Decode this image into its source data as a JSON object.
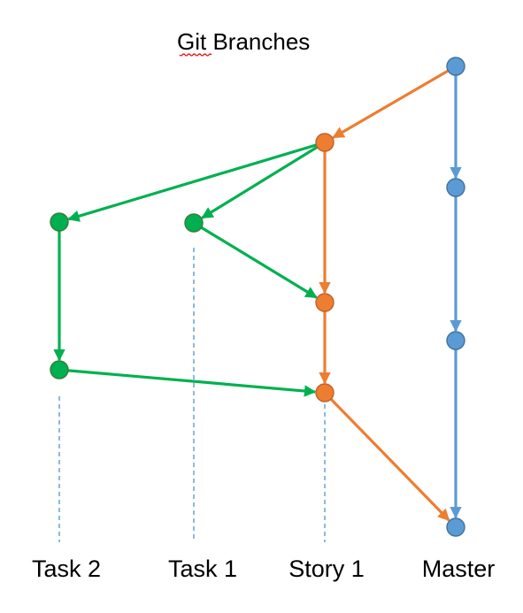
{
  "diagram": {
    "title": "Git Branches",
    "colors": {
      "master": "#5b9bd5",
      "story": "#ed7d31",
      "task": "#00b050",
      "node_stroke": "#41719c",
      "dashed": "#5b9bd5",
      "spellcheck": "#e00000"
    },
    "branches": [
      {
        "id": "task2",
        "label": "Task 2"
      },
      {
        "id": "task1",
        "label": "Task 1"
      },
      {
        "id": "story1",
        "label": "Story 1"
      },
      {
        "id": "master",
        "label": "Master"
      }
    ],
    "commits": [
      {
        "id": "m1",
        "branch": "master"
      },
      {
        "id": "m2",
        "branch": "master"
      },
      {
        "id": "m3",
        "branch": "master"
      },
      {
        "id": "m4",
        "branch": "master"
      },
      {
        "id": "s1",
        "branch": "story1"
      },
      {
        "id": "s2",
        "branch": "story1"
      },
      {
        "id": "s3",
        "branch": "story1"
      },
      {
        "id": "t1a",
        "branch": "task1"
      },
      {
        "id": "t2a",
        "branch": "task2"
      },
      {
        "id": "t2b",
        "branch": "task2"
      }
    ],
    "edges": [
      {
        "from": "m1",
        "to": "m2",
        "color": "master"
      },
      {
        "from": "m2",
        "to": "m3",
        "color": "master"
      },
      {
        "from": "m3",
        "to": "m4",
        "color": "master"
      },
      {
        "from": "m1",
        "to": "s1",
        "color": "story"
      },
      {
        "from": "s1",
        "to": "s2",
        "color": "story"
      },
      {
        "from": "s2",
        "to": "s3",
        "color": "story"
      },
      {
        "from": "s3",
        "to": "m4",
        "color": "story"
      },
      {
        "from": "s1",
        "to": "t2a",
        "color": "task"
      },
      {
        "from": "s1",
        "to": "t1a",
        "color": "task"
      },
      {
        "from": "t1a",
        "to": "s2",
        "color": "task"
      },
      {
        "from": "t2a",
        "to": "t2b",
        "color": "task"
      },
      {
        "from": "t2b",
        "to": "s3",
        "color": "task"
      }
    ]
  }
}
